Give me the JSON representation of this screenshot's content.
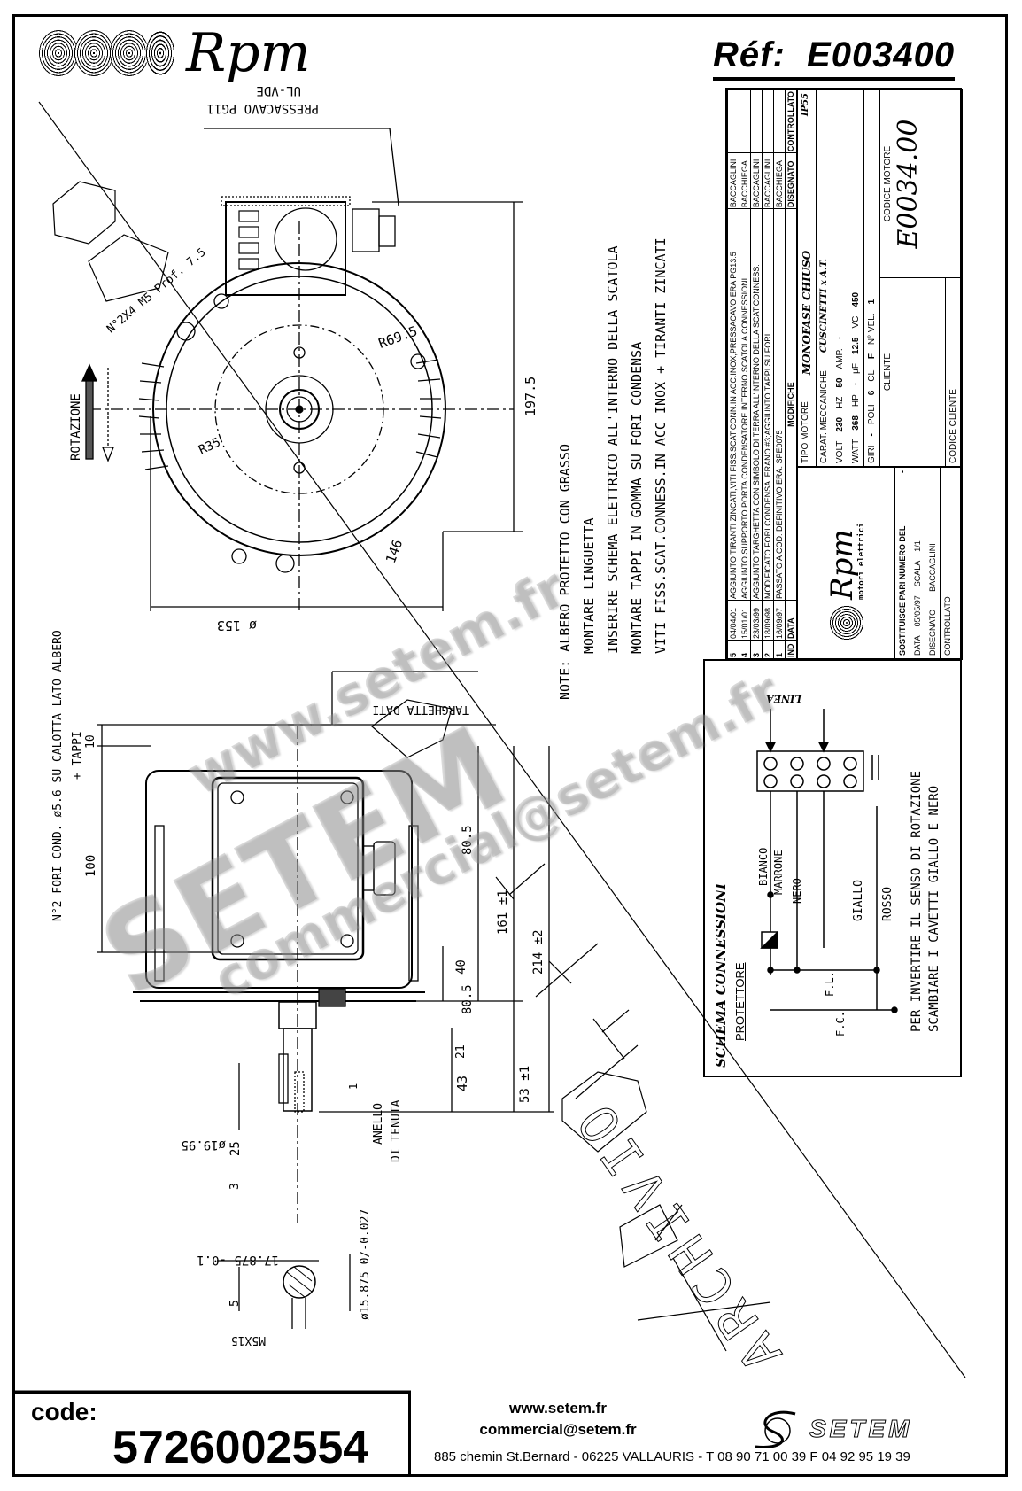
{
  "header": {
    "brand": "Rpm",
    "reference_label": "Réf:",
    "reference_value": "E003400"
  },
  "drawing": {
    "cable_gland_label": "PRESSACAVO PG11",
    "cable_gland_sublabel": "UL-VDE",
    "fixing_note": "N°2X4 M5 Prof. 7.5",
    "radius_outer": "R69.5",
    "radius_inner": "R35",
    "rotation_label": "ROTAZIONE",
    "height_dim": "197.5",
    "diameter_dim": "ø 153",
    "flange_dim": "146",
    "condensate_note": "N°2 FORI COND. ø5.6 SU CALOTTA LATO ALBERO",
    "condensate_note2": "+ TAPPI",
    "nameplate_label": "TARGHETTA DATI",
    "dims": {
      "d10": "10",
      "d100": "100",
      "d80_5_top": "80.5",
      "d80_5_bottom": "80.5",
      "d161": "161 ±1",
      "d214": "214 ±2",
      "d40": "40",
      "d21": "21",
      "d1": "1",
      "d43": "43",
      "d53": "53 ±1",
      "d25": "25",
      "d3": "3",
      "shaft_diameter": "ø19.95",
      "key_height": "17.875 -0.1",
      "shaft_section_diameter": "ø15.875 0/-0.027",
      "key_width": "5",
      "thread": "M5X15"
    },
    "seal_label_1": "ANELLO",
    "seal_label_2": "DI TENUTA",
    "archive_stamp": "ARCHIVIO"
  },
  "notes": {
    "title": "NOTE:",
    "lines": [
      "ALBERO PROTETTO CON GRASSO",
      "MONTARE LINGUETTA",
      "INSERIRE SCHEMA ELETTRICO ALL'INTERNO DELLA SCATOLA",
      "MONTARE TAPPI IN GOMMA SU FORI CONDENSA",
      "VITI FISS.SCAT.CONNESS.IN ACC INOX + TIRANTI ZINCATI"
    ]
  },
  "revisions": {
    "headers": {
      "ind": "IND",
      "date": "DATA",
      "changes": "MODIFICHE",
      "drawn": "DISEGNATO",
      "checked": "CONTROLLATO"
    },
    "rows": [
      {
        "ind": "5",
        "date": "04/04/01",
        "change": "AGGIUNTO TIRANTI ZINCATI,VITI FISS.SCAT.CONN.IN ACC.INOX,PRESSACAVO ERA PG13.5",
        "by": "BACCAGLINI"
      },
      {
        "ind": "4",
        "date": "15/01/01",
        "change": "AGGIUNTO SUPPORTO PORTA CONDENSATORE INTERNO SCATOLA CONNESSIONI",
        "by": "BACCHIEGA"
      },
      {
        "ind": "3",
        "date": "23/03/99",
        "change": "AGGIUNTO TARGHETTA CON SIMBOLO DI TERRA ALL'INTERNO DELLA SCAT.CONNESS.",
        "by": "BACCAGLINI"
      },
      {
        "ind": "2",
        "date": "18/09/98",
        "change": "MODIFICATO FORI CONDENSA ,ERANO #3;AGGIUNTO TAPPI SU FORI",
        "by": "BACCAGLINI"
      },
      {
        "ind": "1",
        "date": "16/09/97",
        "change": "PASSATO A COD. DEFINITIVO ERA: SPE0075",
        "by": "BACCHIEGA"
      }
    ]
  },
  "title_block": {
    "company": "Rpm",
    "company_sub": "motori elettrici",
    "motor_type_label": "TIPO MOTORE",
    "motor_type": "MONOFASE CHIUSO",
    "protection": "IP55",
    "mech_label": "CARAT. MECCANICHE",
    "mech_value": "CUSCINETTI x A.T.",
    "volt_label": "VOLT",
    "volt": "230",
    "hz_label": "HZ",
    "hz": "50",
    "amp_label": "AMP.",
    "amp": "-",
    "watt_label": "WATT",
    "watt": "368",
    "hp_label": "HP",
    "hp": "-",
    "uf_label": "µF",
    "uf": "12.5",
    "vc_label": "VC",
    "vc": "450",
    "giri_label": "GIRI",
    "giri": "-",
    "poli_label": "POLI",
    "poli": "6",
    "cl_label": "CL.",
    "cl": "F",
    "nvel_label": "N° VEL.",
    "nvel": "1",
    "replaces_label": "SOSTITUISCE PARI NUMERO DEL",
    "replaces": "-",
    "date_label": "DATA",
    "date": "05/05/97",
    "scale_label": "SCALA",
    "scale": "1/1",
    "drawn_label": "DISEGNATO",
    "drawn": "BACCAGLINI",
    "checked_label": "CONTROLLATO",
    "client_label": "CLIENTE",
    "client_code_label": "CODICE CLIENTE",
    "motor_code_label": "CODICE MOTORE",
    "motor_code": "E0034.00"
  },
  "wiring": {
    "title": "SCHEMA CONNESSIONI",
    "line_label": "LINEA",
    "wires": [
      "BIANCO",
      "MARRONE",
      "NERO",
      "GIALLO",
      "ROSSO"
    ],
    "protector_label": "PROTETTORE",
    "fl_label": "F.L.",
    "fc_label": "F.C.",
    "note_line1": "PER INVERTIRE IL SENSO DI ROTAZIONE",
    "note_line2": "SCAMBIARE I CAVETTI GIALLO E NERO"
  },
  "watermark": {
    "url": "www.setem.fr",
    "brand": "SETEM",
    "email": "commercial@setem.fr"
  },
  "footer": {
    "code_label": "code:",
    "code_value": "5726002554",
    "website": "www.setem.fr",
    "email": "commercial@setem.fr",
    "address": "885 chemin St.Bernard  -  06225 VALLAURIS  -  T 08 90 71 00 39   F 04 92 95 19 39",
    "logo_text": "SETEM"
  }
}
